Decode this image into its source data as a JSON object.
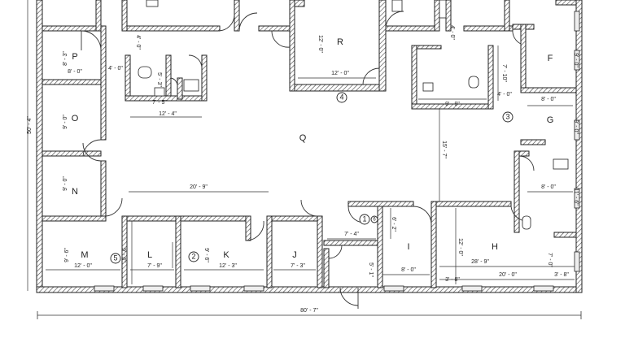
{
  "rooms": [
    {
      "id": "P",
      "label": "P"
    },
    {
      "id": "O",
      "label": "O"
    },
    {
      "id": "N",
      "label": "N"
    },
    {
      "id": "M",
      "label": "M"
    },
    {
      "id": "L",
      "label": "L"
    },
    {
      "id": "K",
      "label": "K"
    },
    {
      "id": "J",
      "label": "J"
    },
    {
      "id": "I",
      "label": "I"
    },
    {
      "id": "H",
      "label": "H"
    },
    {
      "id": "G",
      "label": "G"
    },
    {
      "id": "F",
      "label": "F"
    },
    {
      "id": "R",
      "label": "R"
    },
    {
      "id": "Q",
      "label": "Q"
    }
  ],
  "dimensions": {
    "p_height": "8' - 3\"",
    "p_width": "8' - 0\"",
    "p_gap": "4' - 0\"",
    "top_gap_left": "4' - 0\"",
    "top_gap_right": "4' - 0\"",
    "restroom_left_height": "5' - 3\"",
    "restroom_left_width": "7' - 5\"",
    "restroom_left_total": "12' - 4\"",
    "r_height": "12' - 0\"",
    "r_width": "12' - 0\"",
    "restroom_right_height": "7' - 10\"",
    "restroom_right_width": "9' - 9\"",
    "f_gap": "4' - 0\"",
    "g_width": "8' - 0\"",
    "g_height": "9' - 0\"",
    "f_height": "9' - 0\"",
    "o_height": "9' - 0\"",
    "n_height": "9' - 0\"",
    "corridor_height": "15' - 7\"",
    "corridor_width": "20' - 9\"",
    "far_right_width": "8' - 0\"",
    "far_right_height": "11' - 6\"",
    "overall_height": "50' - 4\"",
    "overall_width": "80' - 7\"",
    "m_height": "9' - 6\"",
    "m_width": "12' - 0\"",
    "l_width": "7' - 9\"",
    "l_height": "9' - 6\"",
    "k_width": "12' - 3\"",
    "k_height": "9' - 6\"",
    "j_width": "7' - 3\"",
    "vestibule_width": "7' - 4\"",
    "vestibule_height": "6' - 2\"",
    "vestibule_depth": "5' - 1\"",
    "i_width": "8' - 0\"",
    "i_height": "12' - 0\"",
    "h_width": "28' - 9\"",
    "h_small_left": "3' - 8\"",
    "h_total": "20' - 0\"",
    "h_small_right": "3' - 8\"",
    "h_side": "7' - 0\""
  },
  "markers": {
    "m1": "1",
    "m2": "2",
    "m3": "3",
    "m4": "4",
    "m5": "5",
    "m6": "6"
  }
}
